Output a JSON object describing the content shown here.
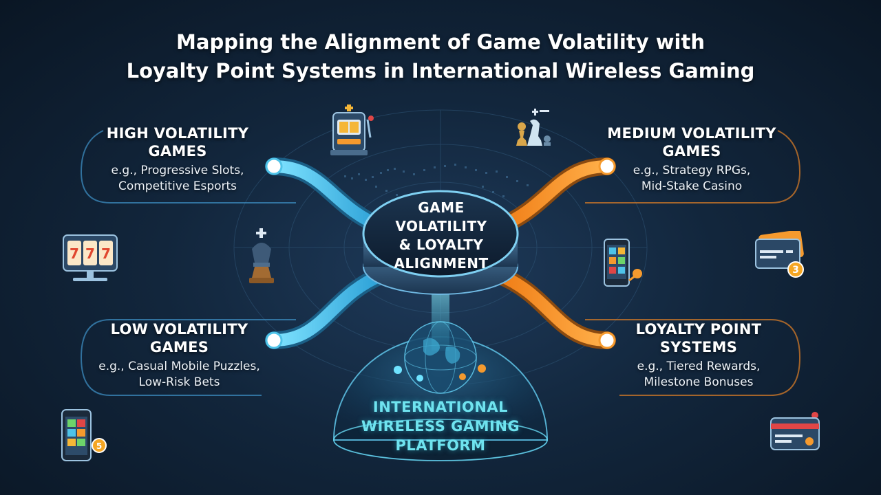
{
  "title": {
    "line1": "Mapping the Alignment of Game Volatility with",
    "line2": "Loyalty Point Systems in International Wireless Gaming"
  },
  "hub": {
    "line1": "GAME",
    "line2": "VOLATILITY",
    "line3": "& LOYALTY",
    "line4": "ALIGNMENT"
  },
  "platform": {
    "line1": "INTERNATIONAL",
    "line2": "WIRELESS GAMING",
    "line3": "PLATFORM"
  },
  "nodes": {
    "high": {
      "heading1": "HIGH VOLATILITY",
      "heading2": "GAMES",
      "example1": "e.g., Progressive Slots,",
      "example2": "Competitive Esports"
    },
    "medium": {
      "heading1": "MEDIUM VOLATILITY",
      "heading2": "GAMES",
      "example1": "e.g., Strategy RPGs,",
      "example2": "Mid-Stake Casino"
    },
    "low": {
      "heading1": "LOW VOLATILITY",
      "heading2": "GAMES",
      "example1": "e.g., Casual Mobile Puzzles,",
      "example2": "Low-Risk Bets"
    },
    "loyalty": {
      "heading1": "LOYALTY POINT",
      "heading2": "SYSTEMS",
      "example1": "e.g., Tiered Rewards,",
      "example2": "Milestone Bonuses"
    }
  },
  "badges": {
    "card_badge": "3",
    "phone_badge": "5"
  },
  "colors": {
    "cyan": "#4fc3e8",
    "orange": "#f59a2e",
    "platform_text": "#6fe3ef",
    "background": "#12263c"
  },
  "icons": [
    "slot-machine-icon",
    "chess-pieces-icon",
    "slot-monitor-icon",
    "chess-king-icon",
    "smartphone-game-icon",
    "loyalty-card-icon",
    "mobile-puzzle-icon",
    "credit-card-icon"
  ]
}
